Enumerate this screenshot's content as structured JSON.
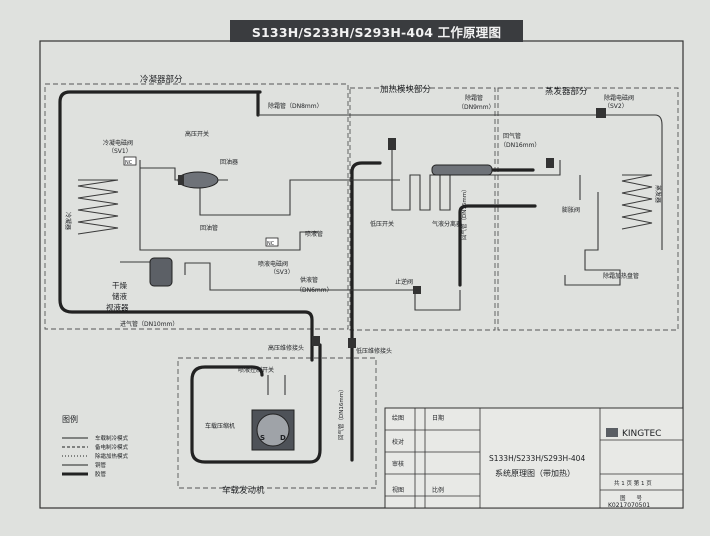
{
  "title": "S133H/S233H/S293H-404 工作原理图",
  "sections": {
    "condenser": "冷凝器部分",
    "heating": "加热模块部分",
    "evaporator": "蒸发器部分",
    "engine": "车载发动机"
  },
  "labels": {
    "defrost_pipe_top": "除霜管（DN8mm）",
    "defrost_pipe_mid": "除霜管",
    "dn9": "（DN9mm）",
    "defrost_valve": "除霜电磁阀",
    "sv2": "（SV2）",
    "condenser_valve": "冷凝电磁阀",
    "sv1": "（SV1）",
    "nc": "NC",
    "high_pressure_switch": "高压开关",
    "oil_separator": "回油器",
    "oil_return_pipe": "回油管",
    "condenser_coil": "冷凝器",
    "injection_pipe": "喷液管",
    "injection_valve": "喷液电磁阀",
    "sv3": "（SV3）",
    "liquid_pipe": "供液管",
    "dn6": "（DN6mm）",
    "drier": "干燥\n储液\n视液器",
    "discharge_pipe": "进气管（DN10mm）",
    "check_valve": "止逆阀",
    "return_pipe_label": "回气管",
    "dn16": "（DN16mm）",
    "low_pressure_switch": "低压开关",
    "gas_liquid_separator": "气液分离器",
    "return_pipe_vertical": "回气管（DN16mm）",
    "expansion_valve": "膨胀阀",
    "evaporator_coil": "蒸发器",
    "defrost_heating_pipe": "除霜加热盘管",
    "high_pressure_port": "高压维修接头",
    "low_pressure_port": "低压维修接头",
    "injection_control_switch": "喷液控制开关",
    "compressor": "车载压缩机",
    "suction_s": "S",
    "discharge_d": "D",
    "return_pipe_lower": "回气管（DN16mm）"
  },
  "legend": {
    "title": "图例",
    "items": [
      "车载制冷模式",
      "备电制冷模式",
      "除霜加热模式",
      "铜管",
      "胶管"
    ]
  },
  "title_block": {
    "drawn": "绘图",
    "date": "日期",
    "checked": "校对",
    "reviewed": "审核",
    "scale_label": "视图",
    "scale": "比例",
    "model": "S133H/S233H/S293H-404",
    "drawing_name": "系统原理图（带加热）",
    "brand": "KINGTEC",
    "sheets": "共 1 页 第 1 页",
    "drawing_no_label": "图　　号",
    "drawing_no": "K0217070501"
  }
}
